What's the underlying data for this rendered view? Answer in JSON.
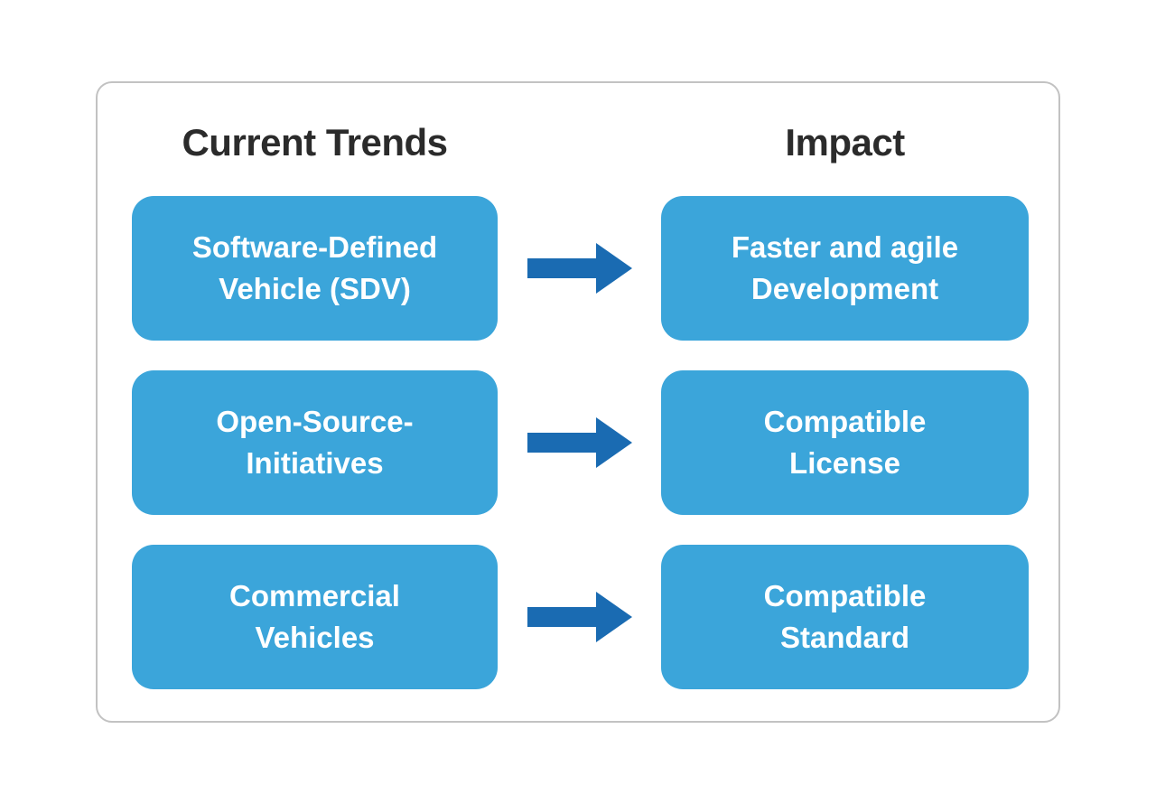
{
  "diagram": {
    "columns": {
      "left_header": "Current Trends",
      "right_header": "Impact"
    },
    "rows": [
      {
        "trend": "Software-Defined\nVehicle (SDV)",
        "impact": "Faster and agile\nDevelopment"
      },
      {
        "trend": "Open-Source-\nInitiatives",
        "impact": "Compatible\nLicense"
      },
      {
        "trend": "Commercial\nVehicles",
        "impact": "Compatible\nStandard"
      }
    ],
    "connector": "right-arrow-icon",
    "colors": {
      "box_fill": "#3BA5DA",
      "arrow": "#1A6BB2",
      "header_text": "#2B2B2B",
      "box_text": "#FFFFFF",
      "container_border": "#C2C2C2",
      "background": "#FFFFFF"
    }
  }
}
